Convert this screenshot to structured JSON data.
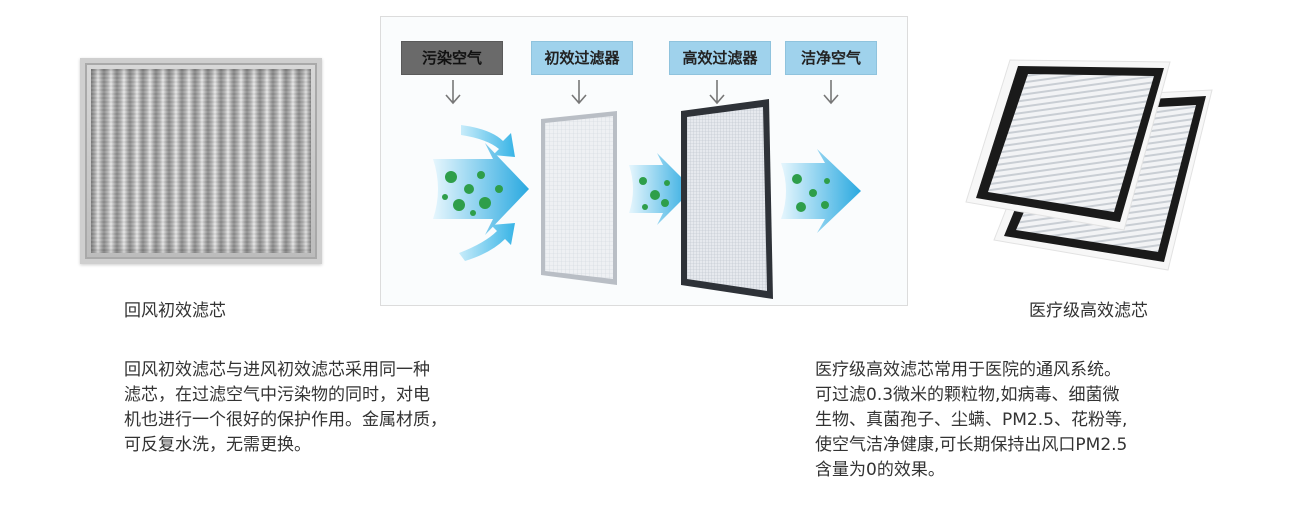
{
  "left": {
    "caption": "回风初效滤芯",
    "description_lines": [
      "回风初效滤芯与进风初效滤芯采用同一种",
      "滤芯，在过滤空气中污染物的同时，对电",
      "机也进行一个很好的保护作用。金属材质，",
      "可反复水洗，无需更换。"
    ]
  },
  "diagram": {
    "labels": {
      "dirty_air": "污染空气",
      "primary_filter": "初效过滤器",
      "hepa_filter": "高效过滤器",
      "clean_air": "洁净空气"
    },
    "icons": [
      "down-arrow-icon",
      "airflow-arrow-icon",
      "particle-icon"
    ]
  },
  "right": {
    "caption": "医疗级高效滤芯",
    "description_lines": [
      "医疗级高效滤芯常用于医院的通风系统。",
      "可过滤0.3微米的颗粒物,如病毒、细菌微",
      "生物、真菌孢子、尘螨、PM2.5、花粉等,",
      "使空气洁净健康,可长期保持出风口PM2.5",
      "含量为0的效果。"
    ]
  },
  "colors": {
    "label_blue": "#9fd2ec",
    "label_dark": "#6a6a6a",
    "arrow_blue": "#2aa9e0",
    "particle_green": "#2e9e4a"
  }
}
